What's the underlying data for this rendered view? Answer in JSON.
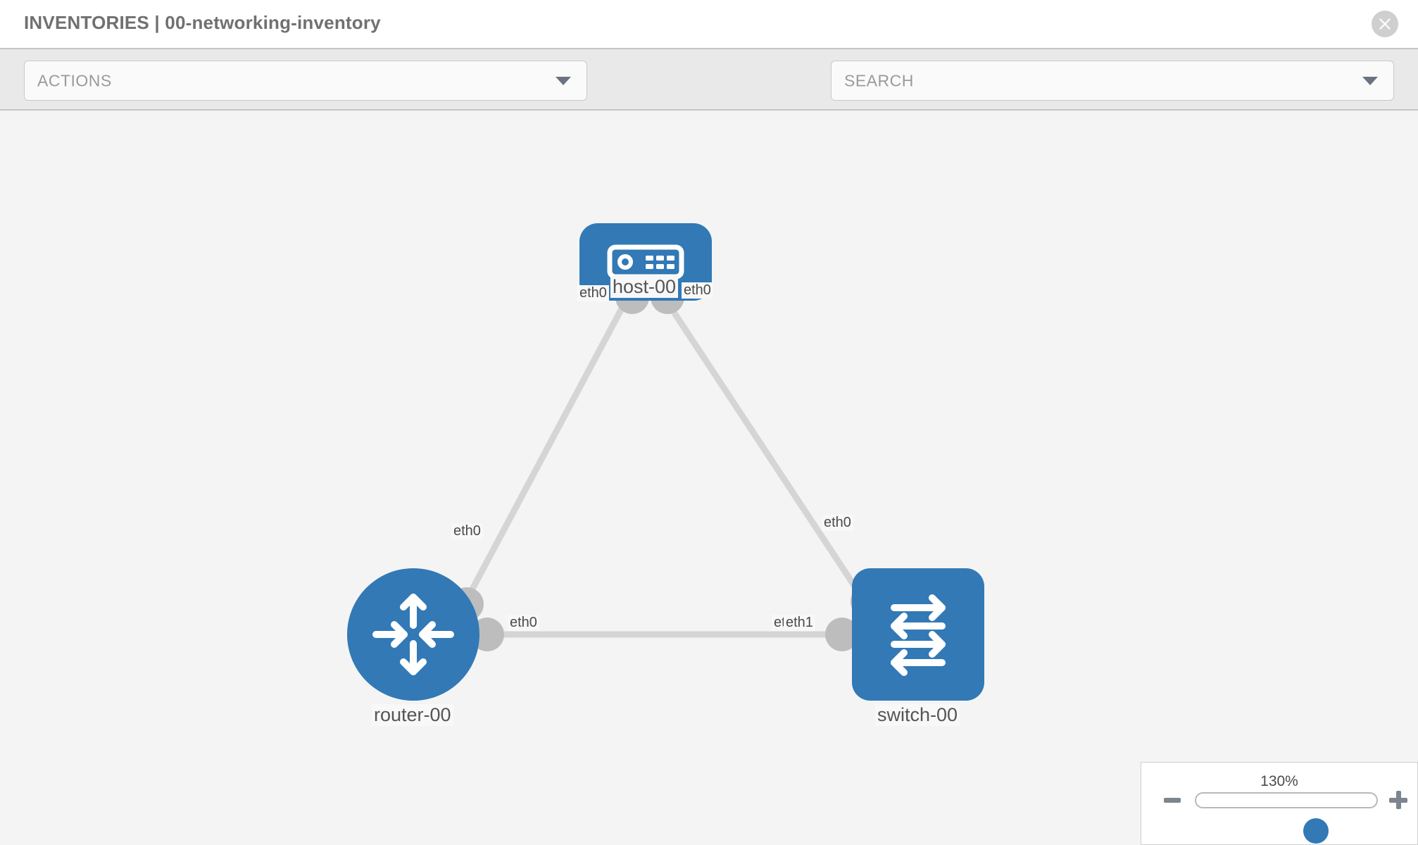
{
  "header": {
    "title": "INVENTORIES | 00-networking-inventory",
    "close_icon": "close-circle-icon"
  },
  "toolbar": {
    "actions_label": "ACTIONS",
    "actions_caret_icon": "chevron-down-icon",
    "wrench_icon": "wrench-icon",
    "key_icon": "key-icon",
    "search_placeholder": "SEARCH",
    "search_caret_icon": "chevron-down-icon"
  },
  "topology": {
    "nodes": [
      {
        "id": "host-00",
        "label": "host-00",
        "type": "host",
        "icon": "server-icon",
        "color": "#3279b6",
        "shape": "rounded-rect"
      },
      {
        "id": "router-00",
        "label": "router-00",
        "type": "router",
        "icon": "router-arrows-icon",
        "color": "#3279b6",
        "shape": "circle"
      },
      {
        "id": "switch-00",
        "label": "switch-00",
        "type": "switch",
        "icon": "switch-arrows-icon",
        "color": "#3279b6",
        "shape": "rounded-square"
      }
    ],
    "links": [
      {
        "from": "host-00",
        "from_iface": "eth0",
        "to": "router-00",
        "to_iface": "eth0"
      },
      {
        "from": "host-00",
        "from_iface": "eth0",
        "to": "switch-00",
        "to_iface": "eth0"
      },
      {
        "from": "router-00",
        "from_iface": "eth0",
        "to": "switch-00",
        "to_iface": "eth1"
      }
    ],
    "interface_labels": {
      "host_left": "eth0",
      "host_right": "eth0",
      "router_up": "eth0",
      "switch_up": "eth0",
      "router_right": "eth0",
      "switch_left_overlap": "eth0",
      "switch_left": "eth1"
    },
    "edge_color": "#d5d5d5",
    "connector_color": "#bdbdbd"
  },
  "zoom_control": {
    "percent": "130%",
    "minus_icon": "minus-icon",
    "plus_icon": "plus-icon",
    "slider_value": 63
  }
}
